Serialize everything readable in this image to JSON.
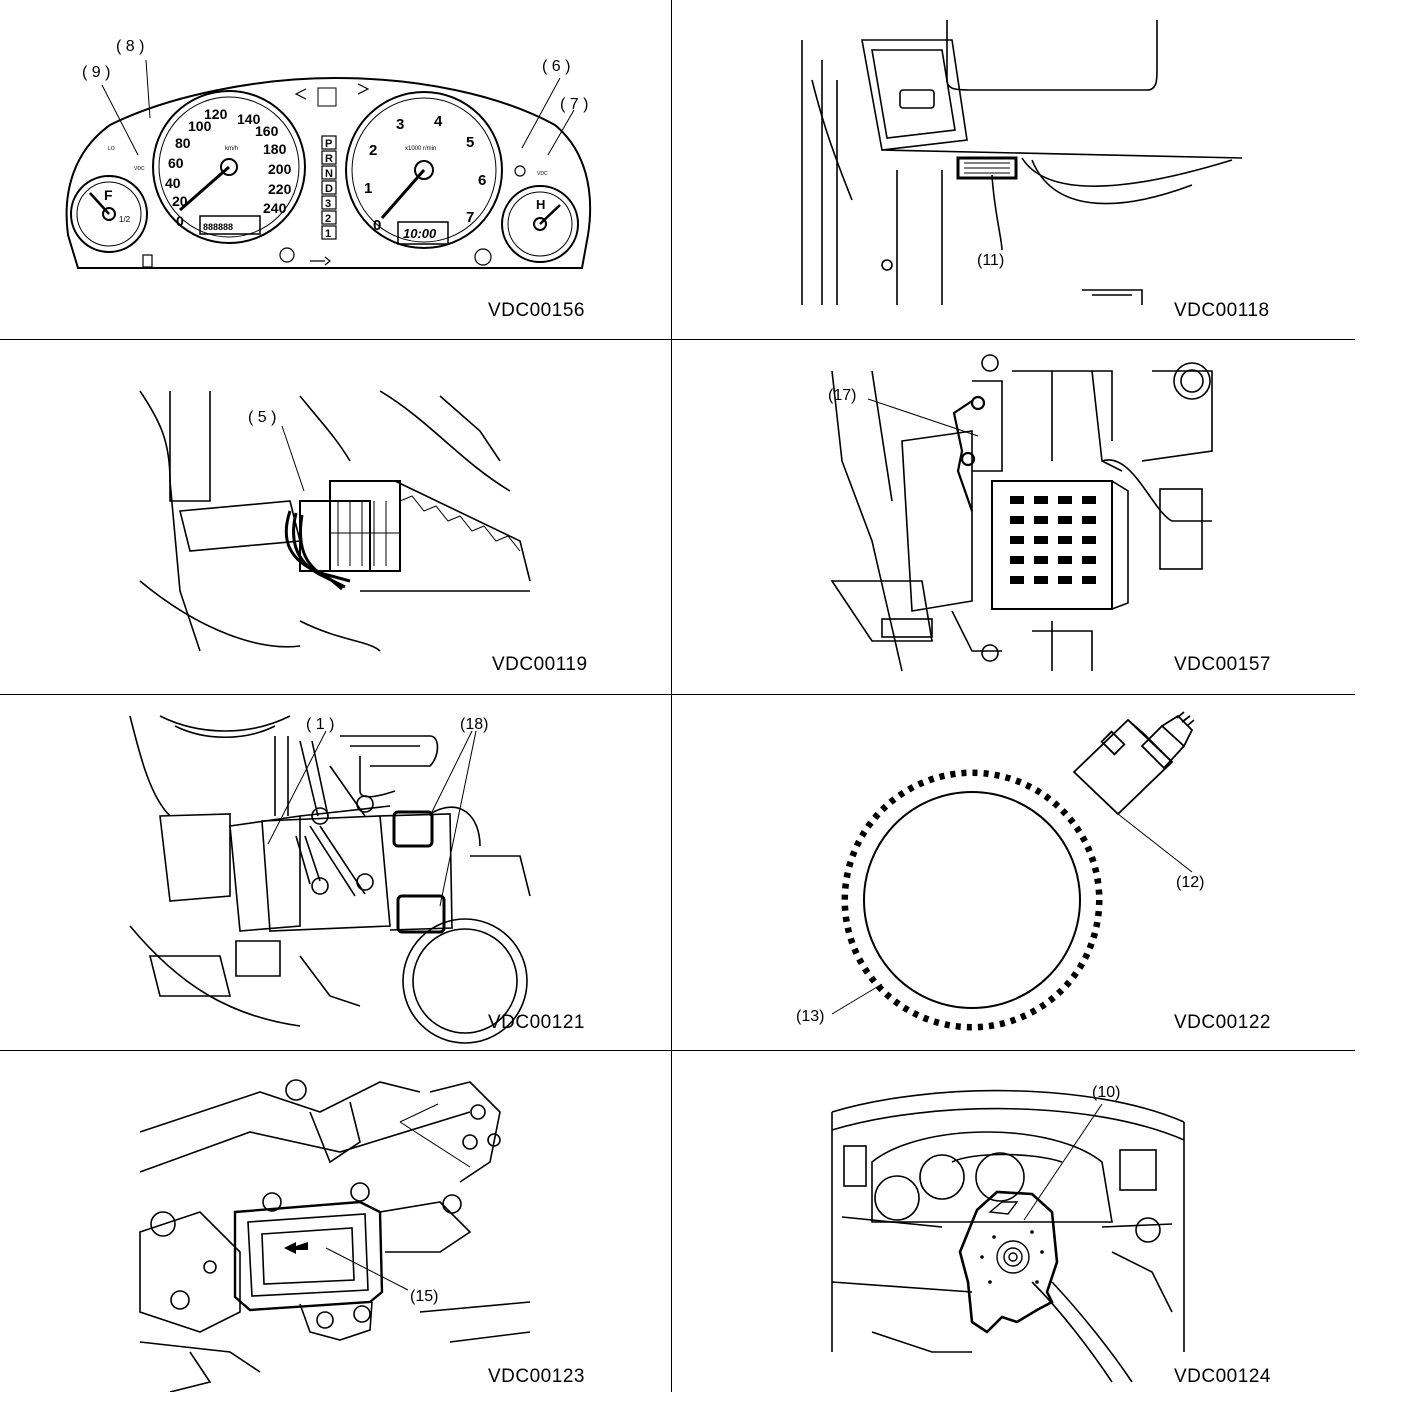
{
  "panels": [
    {
      "code": "VDC00156",
      "callouts": [
        "( 8 )",
        "( 9 )",
        "( 6 )",
        "( 7 )"
      ],
      "speedo": [
        "0",
        "20",
        "40",
        "60",
        "80",
        "100",
        "120",
        "140",
        "160",
        "180",
        "200",
        "220",
        "240"
      ],
      "speedo_unit": "km/h",
      "tacho": [
        "0",
        "1",
        "2",
        "3",
        "4",
        "5",
        "6",
        "7"
      ],
      "tacho_unit": "x1000 r/min",
      "gear": [
        "P",
        "R",
        "N",
        "D",
        "3",
        "2",
        "1"
      ],
      "fuel": [
        "F",
        "1/2"
      ],
      "temp": [
        "H"
      ],
      "clock": "10:00",
      "odo": "888888",
      "small_labels": [
        "LO",
        "VDC",
        "VDC"
      ]
    },
    {
      "code": "VDC00118",
      "callouts": [
        "(11)"
      ]
    },
    {
      "code": "VDC00119",
      "callouts": [
        "( 5 )"
      ]
    },
    {
      "code": "VDC00157",
      "callouts": [
        "(17)"
      ]
    },
    {
      "code": "VDC00121",
      "callouts": [
        "( 1 )",
        "(18)"
      ]
    },
    {
      "code": "VDC00122",
      "callouts": [
        "(12)",
        "(13)"
      ]
    },
    {
      "code": "VDC00123",
      "callouts": [
        "(15)"
      ]
    },
    {
      "code": "VDC00124",
      "callouts": [
        "(10)"
      ]
    }
  ]
}
